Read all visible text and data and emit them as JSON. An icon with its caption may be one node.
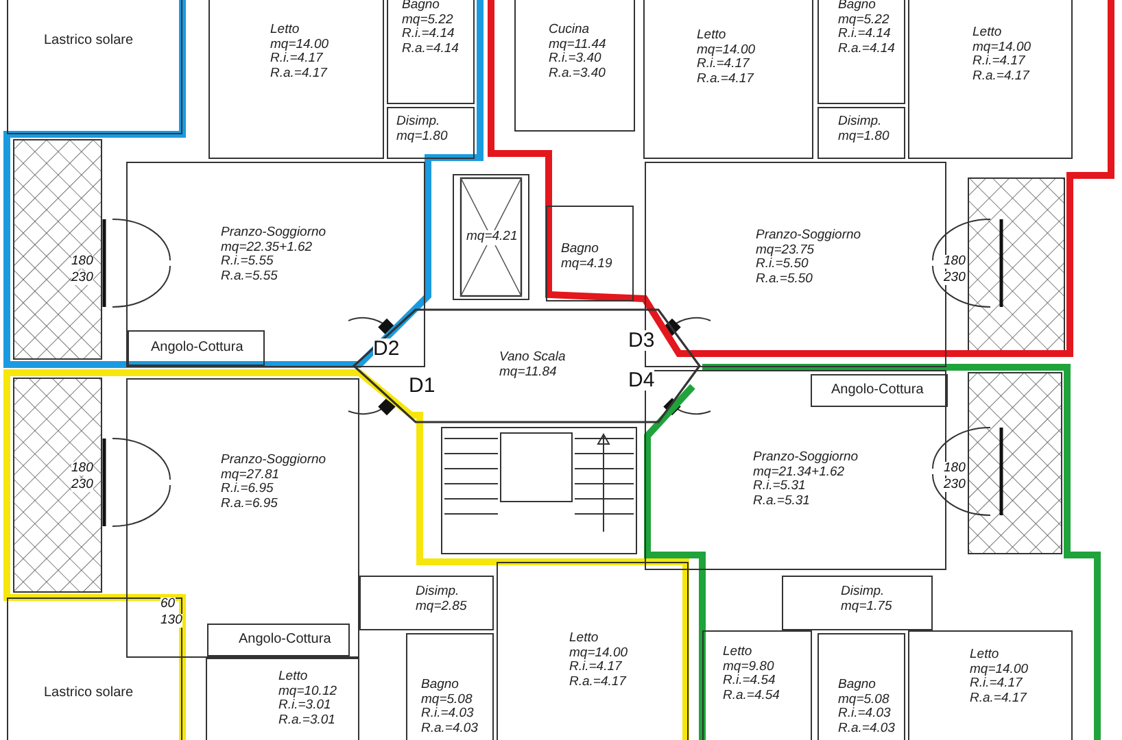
{
  "diagram": {
    "nodes": [
      {
        "text": [
          "Lastrico solare"
        ]
      },
      {
        "text": [
          "Letto",
          "mq=14.00",
          "R.i.=4.17",
          "R.a.=4.17"
        ]
      },
      {
        "text": [
          "Bagno",
          "mq=5.22",
          "R.i.=4.14",
          "R.a.=4.14"
        ]
      },
      {
        "text": [
          "Disimp.",
          "mq=1.80"
        ]
      },
      {
        "text": [
          "Cucina",
          "mq=11.44",
          "R.i.=3.40",
          "R.a.=3.40"
        ]
      },
      {
        "text": [
          "Letto",
          "mq=14.00",
          "R.i.=4.17",
          "R.a.=4.17"
        ]
      },
      {
        "text": [
          "Bagno",
          "mq=5.22",
          "R.i.=4.14",
          "R.a.=4.14"
        ]
      },
      {
        "text": [
          "Disimp.",
          "mq=1.80"
        ]
      },
      {
        "text": [
          "Letto",
          "mq=14.00",
          "R.i.=4.17",
          "R.a.=4.17"
        ]
      },
      {
        "text": [
          "Pranzo-Soggiorno",
          "mq=22.35+1.62",
          "R.i.=5.55",
          "R.a.=5.55"
        ]
      },
      {
        "text": [
          "Angolo-Cottura"
        ],
        "in": 9
      },
      {
        "text": [
          "mq=4.21"
        ]
      },
      {
        "text": [
          "Bagno",
          "mq=4.19"
        ]
      },
      {
        "text": [
          "Pranzo-Soggiorno",
          "mq=23.75",
          "R.i.=5.50",
          "R.a.=5.50"
        ]
      },
      {
        "text": [
          "Vano Scala",
          "mq=11.84"
        ]
      },
      {
        "text": [
          "Pranzo-Soggiorno",
          "mq=27.81",
          "R.i.=6.95",
          "R.a.=6.95"
        ]
      },
      {
        "text": [
          "Pranzo-Soggiorno",
          "mq=21.34+1.62",
          "R.i.=5.31",
          "R.a.=5.31"
        ]
      },
      {
        "text": [
          "Angolo-Cottura"
        ],
        "in": 16
      },
      {
        "text": [
          "Disimp.",
          "mq=2.85"
        ]
      },
      {
        "text": [
          "Disimp.",
          "mq=1.75"
        ]
      },
      {
        "text": [
          "Angolo-Cottura"
        ],
        "in": 15
      },
      {
        "text": [
          "Lastrico solare"
        ]
      },
      {
        "text": [
          "Letto",
          "mq=10.12",
          "R.i.=3.01",
          "R.a.=3.01"
        ]
      },
      {
        "text": [
          "Bagno",
          "mq=5.08",
          "R.i.=4.03",
          "R.a.=4.03"
        ]
      },
      {
        "text": [
          "Letto",
          "mq=14.00",
          "R.i.=4.17",
          "R.a.=4.17"
        ]
      },
      {
        "text": [
          "Letto",
          "mq=9.80",
          "R.i.=4.54",
          "R.a.=4.54"
        ]
      },
      {
        "text": [
          "Bagno",
          "mq=5.08",
          "R.i.=4.03",
          "R.a.=4.03"
        ]
      },
      {
        "text": [
          "Letto",
          "mq=14.00",
          "R.i.=4.17",
          "R.a.=4.17"
        ]
      }
    ],
    "labels": [
      "180",
      "230",
      "180",
      "230",
      "D2",
      "D3",
      "D1",
      "D4",
      "180",
      "230",
      "180",
      "230",
      "60",
      "130"
    ]
  }
}
